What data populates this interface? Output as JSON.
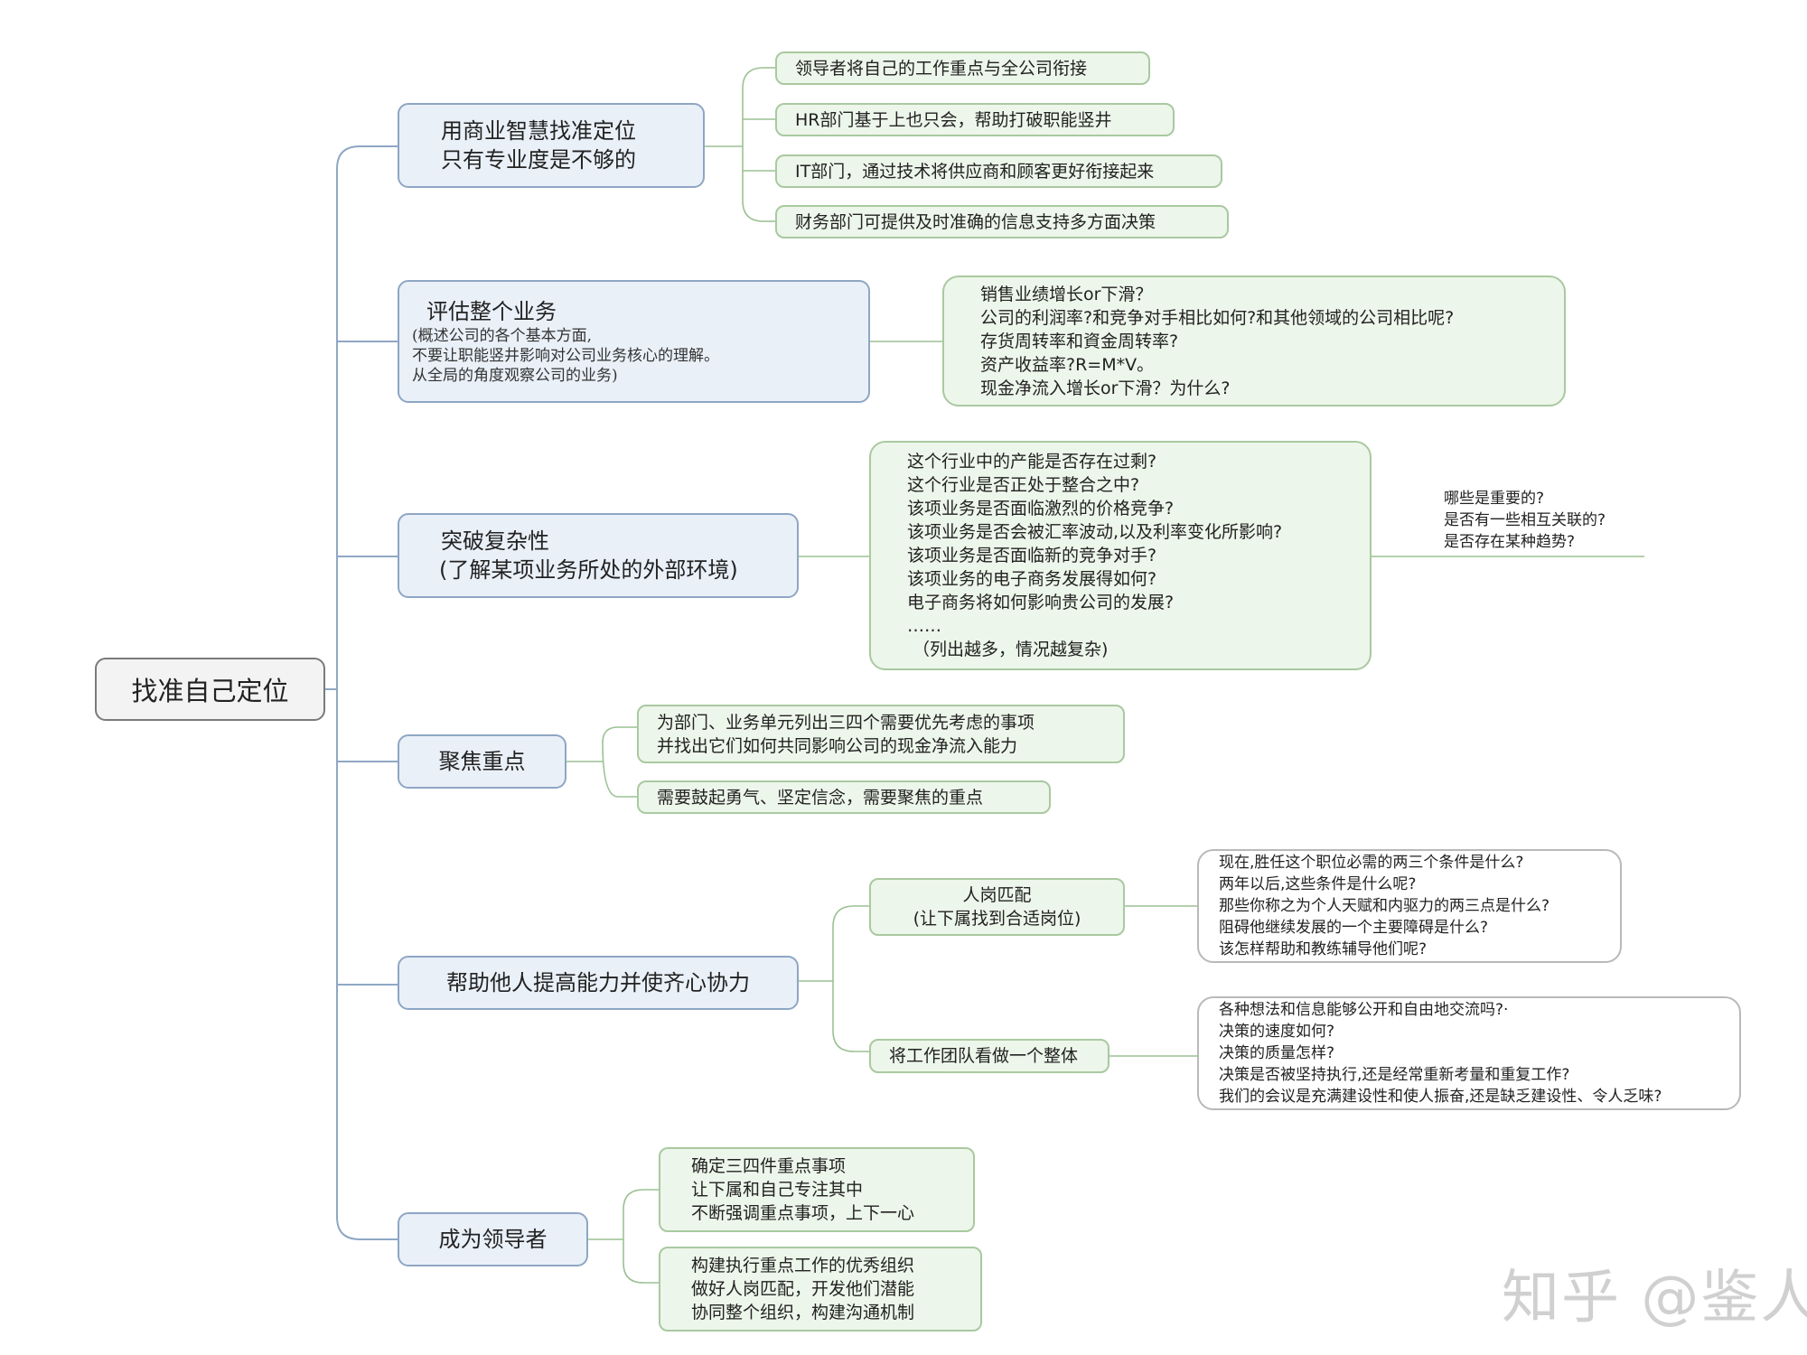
{
  "root": {
    "label": "找准自己定位"
  },
  "branches": [
    {
      "lines": [
        "用商业智慧找准定位",
        "只有专业度是不够的"
      ]
    },
    {
      "lines": [
        "评估整个业务"
      ],
      "sub": [
        "(概述公司的各个基本方面,",
        "不要让职能竖井影响对公司业务核心的理解。",
        "从全局的角度观察公司的业务)"
      ]
    },
    {
      "lines": [
        "突破复杂性",
        "(了解某项业务所处的外部环境)"
      ]
    },
    {
      "lines": [
        "聚焦重点"
      ]
    },
    {
      "lines": [
        "帮助他人提高能力并使齐心协力"
      ]
    },
    {
      "lines": [
        "成为领导者"
      ]
    }
  ],
  "leaves": {
    "b1": [
      "领导者将自己的工作重点与全公司衔接",
      "HR部门基于上也只会，帮助打破职能竖井",
      "IT部门，通过技术将供应商和顾客更好衔接起来",
      "财务部门可提供及时准确的信息支持多方面决策"
    ],
    "b2": [
      "销售业绩增长or下滑？",
      "公司的利润率?和竞争对手相比如何?和其他领域的公司相比呢?",
      "存货周转率和資金周转率?",
      "资产收益率?R=M*V。",
      "现金净流入增长or下滑？为什么?"
    ],
    "b3": [
      "这个行业中的产能是否存在过剩?",
      "这个行业是否正处于整合之中?",
      "该项业务是否面临激烈的价格竞争?",
      "该项业务是否会被汇率波动,以及利率变化所影响?",
      "该项业务是否面临新的竞争对手?",
      "该项业务的电子商务发展得如何?",
      "电子商务将如何影响贵公司的发展?",
      "……",
      "（列出越多，情况越复杂)"
    ],
    "b3_note": [
      "哪些是重要的?",
      "是否有一些相互关联的?",
      "是否存在某种趋势?"
    ],
    "b4": [
      [
        "为部门、业务单元列出三四个需要优先考虑的事项",
        "并找出它们如何共同影响公司的现金净流入能力"
      ],
      [
        "需要鼓起勇气、坚定信念，需要聚焦的重点"
      ]
    ],
    "b5": [
      {
        "label": [
          "人岗匹配",
          "(让下属找到合适岗位)"
        ],
        "details": [
          "现在,胜任这个职位必需的两三个条件是什么?",
          "两年以后,这些条件是什么呢?",
          "那些你称之为个人天赋和内驱力的两三点是什么?",
          "阻碍他继续发展的一个主要障碍是什么?",
          "该怎样帮助和教练辅导他们呢?"
        ]
      },
      {
        "label": [
          "将工作团队看做一个整体"
        ],
        "details": [
          "各种想法和信息能够公开和自由地交流吗?·",
          "决策的速度如何?",
          "决策的质量怎样?",
          "决策是否被坚持执行,还是经常重新考量和重复工作?",
          "我们的会议是充满建设性和使人振奋,还是缺乏建设性、令人乏味?"
        ]
      }
    ],
    "b6": [
      [
        "确定三四件重点事项",
        "让下属和自己专注其中",
        "不断强调重点事项，上下一心"
      ],
      [
        "构建执行重点工作的优秀组织",
        "做好人岗匹配，开发他们潜能",
        "协同整个组织，构建沟通机制"
      ]
    ]
  },
  "watermark": "知乎 @鉴人",
  "colors": {
    "connector": "#8fa7c4",
    "leaf_connector": "#9cc194",
    "branch_fill": "#eaf0f8",
    "leaf_fill": "#edf6ea"
  }
}
